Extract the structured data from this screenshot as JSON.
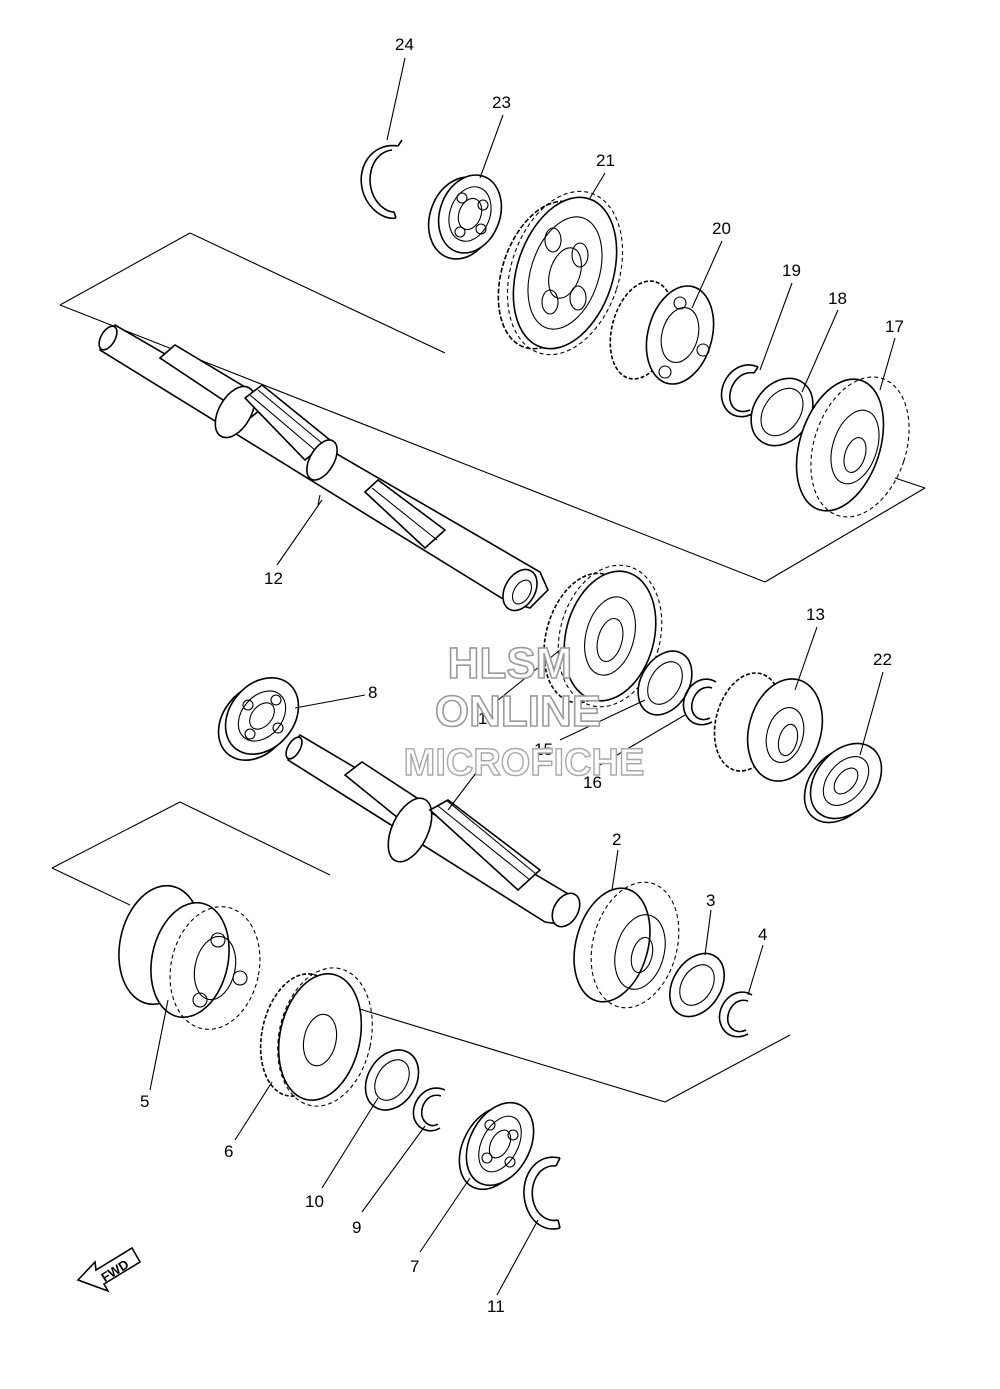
{
  "watermark": {
    "line1": "HLSM",
    "line2": "ONLINE",
    "line3": "MICROFICHE"
  },
  "fwd_label": "FWD",
  "callouts": [
    {
      "id": "1",
      "label": "1"
    },
    {
      "id": "2",
      "label": "2"
    },
    {
      "id": "3",
      "label": "3"
    },
    {
      "id": "4",
      "label": "4"
    },
    {
      "id": "5",
      "label": "5"
    },
    {
      "id": "6",
      "label": "6"
    },
    {
      "id": "7",
      "label": "7"
    },
    {
      "id": "8",
      "label": "8"
    },
    {
      "id": "9",
      "label": "9"
    },
    {
      "id": "10",
      "label": "10"
    },
    {
      "id": "11",
      "label": "11"
    },
    {
      "id": "12",
      "label": "12"
    },
    {
      "id": "13",
      "label": "13"
    },
    {
      "id": "14",
      "label": "14"
    },
    {
      "id": "15",
      "label": "15"
    },
    {
      "id": "16",
      "label": "16"
    },
    {
      "id": "17",
      "label": "17"
    },
    {
      "id": "18",
      "label": "18"
    },
    {
      "id": "19",
      "label": "19"
    },
    {
      "id": "20",
      "label": "20"
    },
    {
      "id": "21",
      "label": "21"
    },
    {
      "id": "22",
      "label": "22"
    },
    {
      "id": "23",
      "label": "23"
    },
    {
      "id": "24",
      "label": "24"
    }
  ],
  "colors": {
    "line": "#000000",
    "background": "#ffffff",
    "watermark_outline": "#9a9a9a"
  }
}
